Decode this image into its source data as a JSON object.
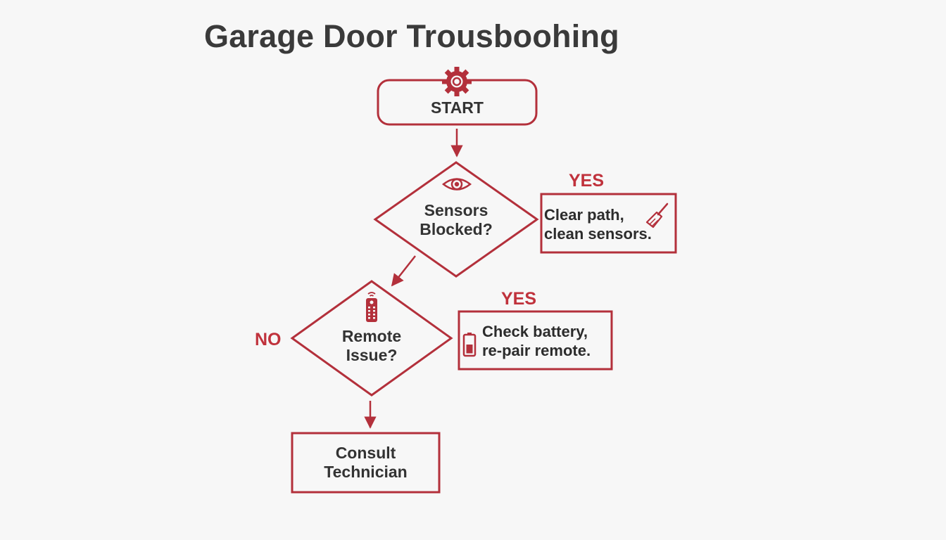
{
  "title": "Garage Door Trousboohing",
  "colors": {
    "accent": "#b3303b",
    "text": "#333333",
    "background": "#f7f7f7"
  },
  "nodes": {
    "start": {
      "label": "START",
      "icon": "gear-icon"
    },
    "sensors": {
      "line1": "Sensors",
      "line2": "Blocked?",
      "icon": "eye-icon"
    },
    "remote": {
      "line1": "Remote",
      "line2": "Issue?",
      "icon": "remote-control-icon"
    },
    "clear_path": {
      "line1": "Clear path,",
      "line2": "clean sensors.",
      "icon": "broom-icon"
    },
    "check_battery": {
      "line1": "Check battery,",
      "line2": "re-pair remote.",
      "icon": "battery-icon"
    },
    "consult": {
      "line1": "Consult",
      "line2": "Technician"
    }
  },
  "edge_labels": {
    "sensors_yes": "YES",
    "remote_yes": "YES",
    "remote_no": "NO"
  }
}
